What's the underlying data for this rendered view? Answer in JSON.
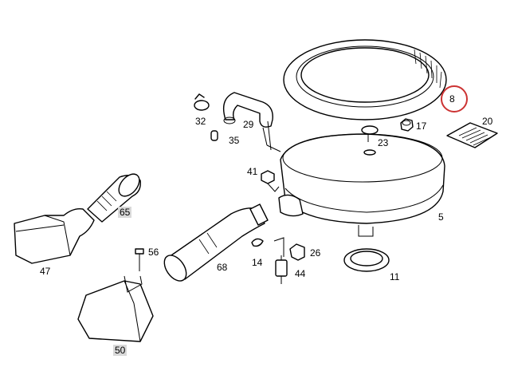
{
  "colors": {
    "line": "#000000",
    "highlight": "#cc3333",
    "label_box": "#d9d9d9"
  },
  "labels": {
    "p8": "8",
    "p20": "20",
    "p17": "17",
    "p23": "23",
    "p32": "32",
    "p29": "29",
    "p35": "35",
    "p41": "41",
    "p5": "5",
    "p65": "65",
    "p56": "56",
    "p68": "68",
    "p14": "14",
    "p26": "26",
    "p44": "44",
    "p11": "11",
    "p47": "47",
    "p50": "50"
  },
  "highlighted_part": "8"
}
